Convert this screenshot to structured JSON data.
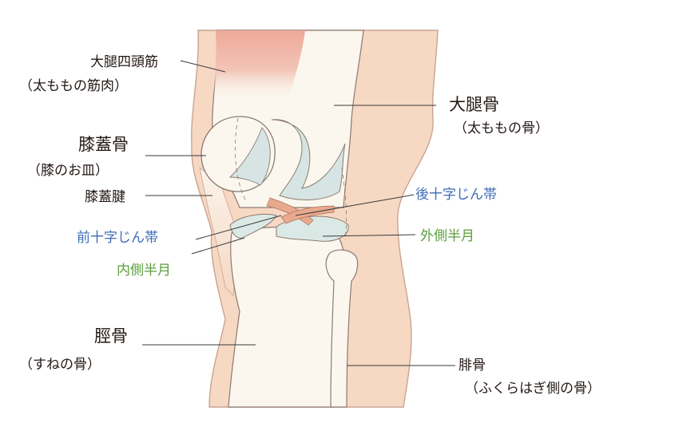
{
  "colors": {
    "skin": "#f6d8c3",
    "skin_edge": "#c9a491",
    "muscle": "#eeb1a2",
    "bone": "#fbf7ef",
    "cartilage": "#d6e5e3",
    "meniscus": "#dbe9e6",
    "ligament": "#e8a98e",
    "text_dark": "#231815",
    "text_blue": "#3f6cb6",
    "text_green": "#5b9e3c"
  },
  "labels": {
    "quadriceps": {
      "name": "大腿四頭筋",
      "sub": "（太ももの筋肉）"
    },
    "femur": {
      "name": "大腿骨",
      "sub": "（太ももの骨）"
    },
    "patella": {
      "name": "膝蓋骨",
      "sub": "（膝のお皿）"
    },
    "patellar_tendon": {
      "name": "膝蓋腱"
    },
    "pcl": {
      "name": "後十字じん帯"
    },
    "acl": {
      "name": "前十字じん帯"
    },
    "lateral_meniscus": {
      "name": "外側半月"
    },
    "medial_meniscus": {
      "name": "内側半月"
    },
    "tibia": {
      "name": "脛骨",
      "sub": "（すねの骨）"
    },
    "fibula": {
      "name": "腓骨",
      "sub": "（ふくらはぎ側の骨）"
    }
  }
}
